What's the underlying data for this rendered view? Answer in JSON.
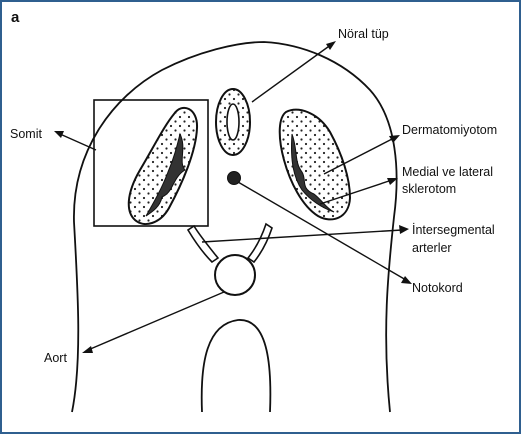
{
  "panel_label": "a",
  "labels": {
    "noral_tup": "Nöral tüp",
    "somit": "Somit",
    "dermatomiyotom": "Dermatomiyotom",
    "sklerotom_line1": "Medial ve lateral",
    "sklerotom_line2": "sklerotom",
    "intersegmental_line1": "İntersegmental",
    "intersegmental_line2": "arterler",
    "notokord": "Notokord",
    "aort": "Aort"
  },
  "colors": {
    "frame_border": "#2f5f8f",
    "line": "#111111",
    "dark_fill": "#222222",
    "background": "#ffffff"
  }
}
